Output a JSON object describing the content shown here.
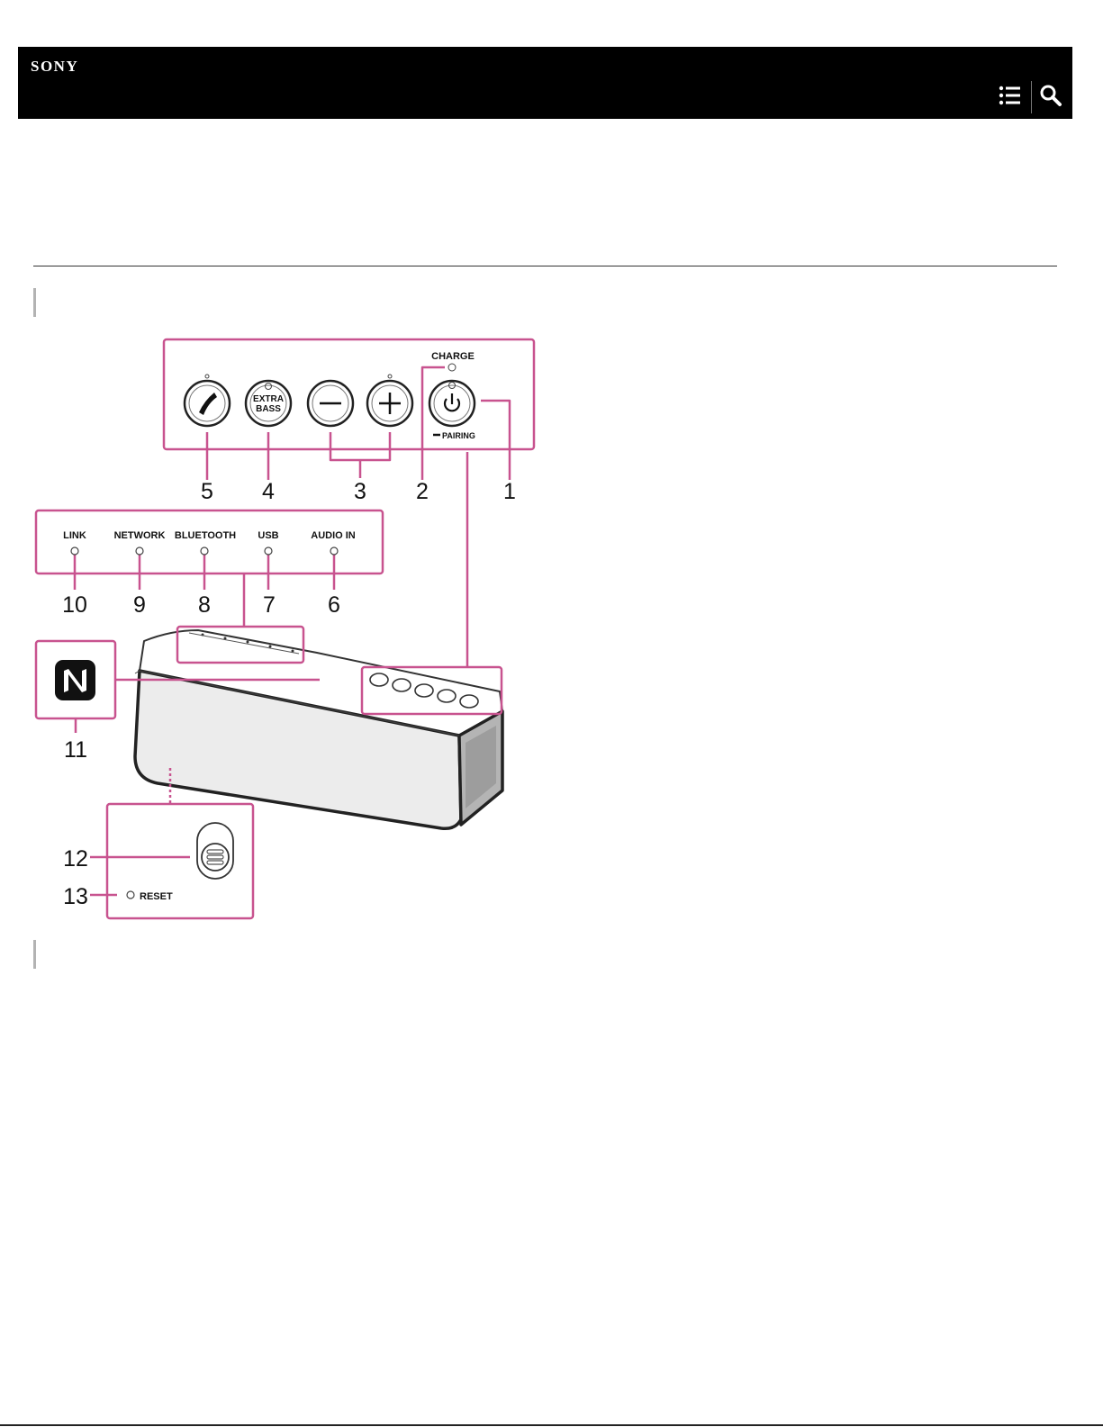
{
  "header": {
    "logo": "SONY",
    "icons": {
      "menu": "list-icon",
      "search": "search-icon"
    }
  },
  "colors": {
    "callout": "#c8538f",
    "header_bg": "#000000"
  },
  "diagram": {
    "top_panel": {
      "charge": "CHARGE",
      "extra_bass_line1": "EXTRA",
      "extra_bass_line2": "BASS",
      "pairing": "PAIRING",
      "numbers": [
        "1",
        "2",
        "3",
        "4",
        "5"
      ]
    },
    "indicator_panel": {
      "labels": [
        "LINK",
        "NETWORK",
        "BLUETOOTH",
        "USB",
        "AUDIO IN"
      ],
      "numbers": [
        "10",
        "9",
        "8",
        "7",
        "6"
      ]
    },
    "nfc_number": "11",
    "bottom_panel": {
      "numbers": [
        "12",
        "13"
      ],
      "reset": "RESET"
    }
  }
}
